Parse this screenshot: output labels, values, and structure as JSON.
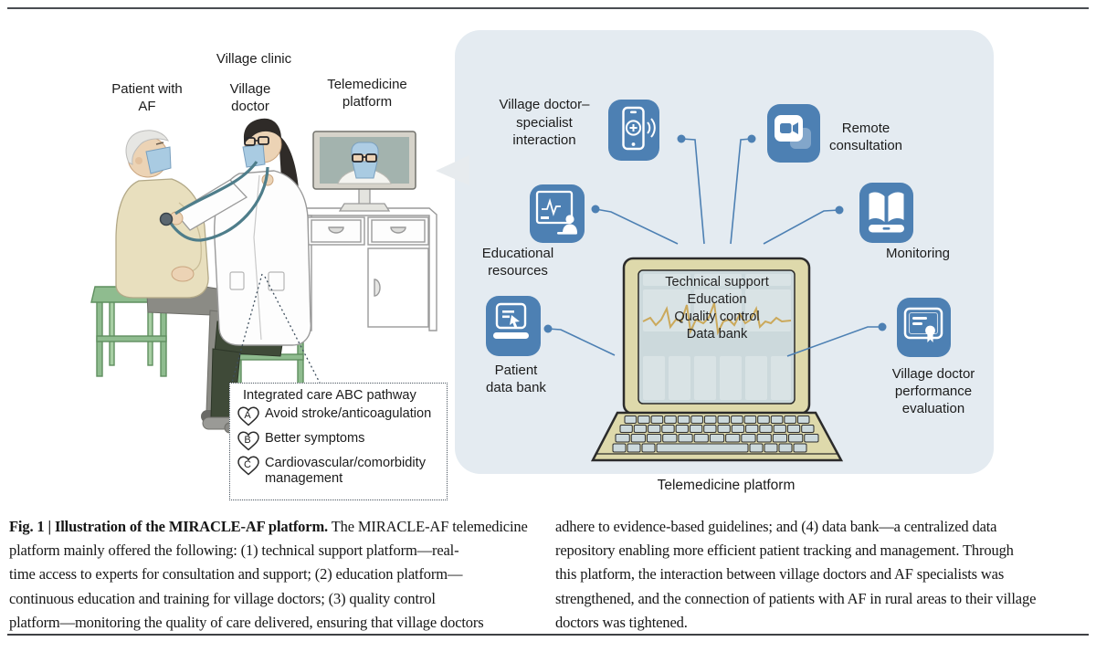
{
  "colors": {
    "panel_bg": "#e4ebf1",
    "icon_blue": "#4d80b3",
    "connector_blue": "#4d80b3",
    "laptop_body": "#ded9ab",
    "laptop_screen": "#ccd9dc",
    "ecg_gold": "#c9a24b",
    "stool_green": "#8fbc8f",
    "mask_blue": "#a9cbe2",
    "rule_gray": "#4a4d52"
  },
  "figure": {
    "left_scene": {
      "village_clinic_label": "Village clinic",
      "patient_label_lines": [
        "Patient with",
        "AF"
      ],
      "village_doctor_label_lines": [
        "Village",
        "doctor"
      ],
      "telemedicine_label_lines": [
        "Telemedicine",
        "platform"
      ],
      "abc_box": {
        "title": "Integrated care ABC pathway",
        "items": [
          {
            "letter": "A",
            "line1": "Avoid stroke/anticoagulation",
            "line2": ""
          },
          {
            "letter": "B",
            "line1": "Better symptoms",
            "line2": ""
          },
          {
            "letter": "C",
            "line1": "Cardiovascular/comorbidity",
            "line2": "management"
          }
        ]
      }
    },
    "platform_panel": {
      "nodes": [
        {
          "id": "interaction",
          "label_lines": [
            "Village doctor–",
            "specialist",
            "interaction"
          ]
        },
        {
          "id": "remote",
          "label_lines": [
            "Remote",
            "consultation"
          ]
        },
        {
          "id": "education",
          "label_lines": [
            "Educational",
            "resources"
          ]
        },
        {
          "id": "monitoring",
          "label_lines": [
            "Monitoring"
          ]
        },
        {
          "id": "patient_data",
          "label_lines": [
            "Patient",
            "data bank"
          ]
        },
        {
          "id": "evaluation",
          "label_lines": [
            "Village doctor",
            "performance",
            "evaluation"
          ]
        }
      ],
      "laptop_screen_lines": [
        "Technical support",
        "Education",
        "Quality control",
        "Data bank"
      ],
      "caption_label": "Telemedicine platform"
    }
  },
  "caption": {
    "left": {
      "lead_bold": "Fig. 1 | Illustration of the MIRACLE-AF platform.",
      "line1_rest": " The MIRACLE-AF telemedicine",
      "line2": "platform mainly offered the following: (1) technical support platform—real-",
      "line3": "time access to experts for consultation and support; (2) education platform—",
      "line4": "continuous education and training for village doctors; (3) quality control",
      "line5": "platform—monitoring the quality of care delivered, ensuring that village doctors"
    },
    "right": {
      "line1": "adhere to evidence-based guidelines; and (4) data bank—a centralized data",
      "line2": "repository enabling more efficient patient tracking and management. Through",
      "line3": "this platform, the interaction between village doctors and AF specialists was",
      "line4": "strengthened, and the connection of patients with AF in rural areas to their village",
      "line5": "doctors was tightened."
    }
  }
}
